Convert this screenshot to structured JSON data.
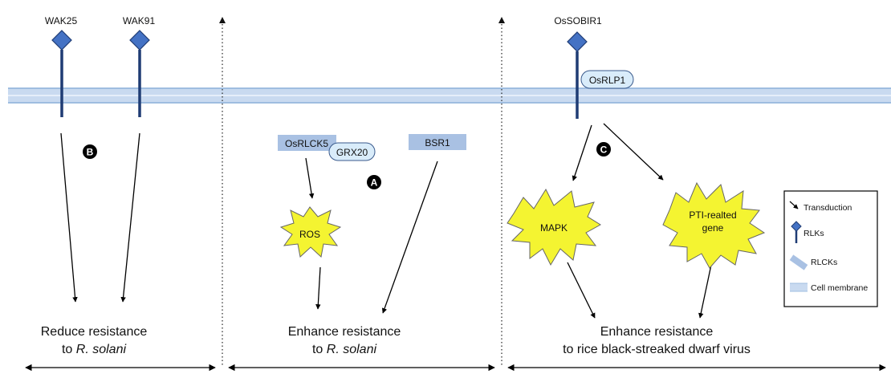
{
  "receptors": {
    "wak25": "WAK25",
    "wak91": "WAK91",
    "ossobir1": "OsSOBIR1",
    "osrlp1": "OsRLP1"
  },
  "rlcks": {
    "osrlck5": "OsRLCK5",
    "grx20": "GRX20",
    "bsr1": "BSR1"
  },
  "bursts": {
    "ros": "ROS",
    "mapk": "MAPK",
    "pti_line1": "PTI-realted",
    "pti_line2": "gene"
  },
  "markers": {
    "a": "A",
    "b": "B",
    "c": "C"
  },
  "outcomes": {
    "left_line1": "Reduce resistance",
    "left_line2_prefix": "to ",
    "left_line2_italic": "R. solani",
    "middle_line1": "Enhance resistance",
    "middle_line2_prefix": "to ",
    "middle_line2_italic": "R. solani",
    "right_line1": "Enhance resistance",
    "right_line2": "to rice black-streaked dwarf virus"
  },
  "legend": {
    "transduction": "Transduction",
    "rlks": "RLKs",
    "rlcks": "RLCKs",
    "cell_membrane": "Cell membrane"
  },
  "colors": {
    "membrane": "#c9daf0",
    "membrane_line": "#9fbde0",
    "receptor": "#4472c4",
    "receptor_dark": "#1f3c74",
    "rlck_box": "#a9c1e3",
    "bubble": "#d9ecfa",
    "burst": "#f4f431"
  }
}
